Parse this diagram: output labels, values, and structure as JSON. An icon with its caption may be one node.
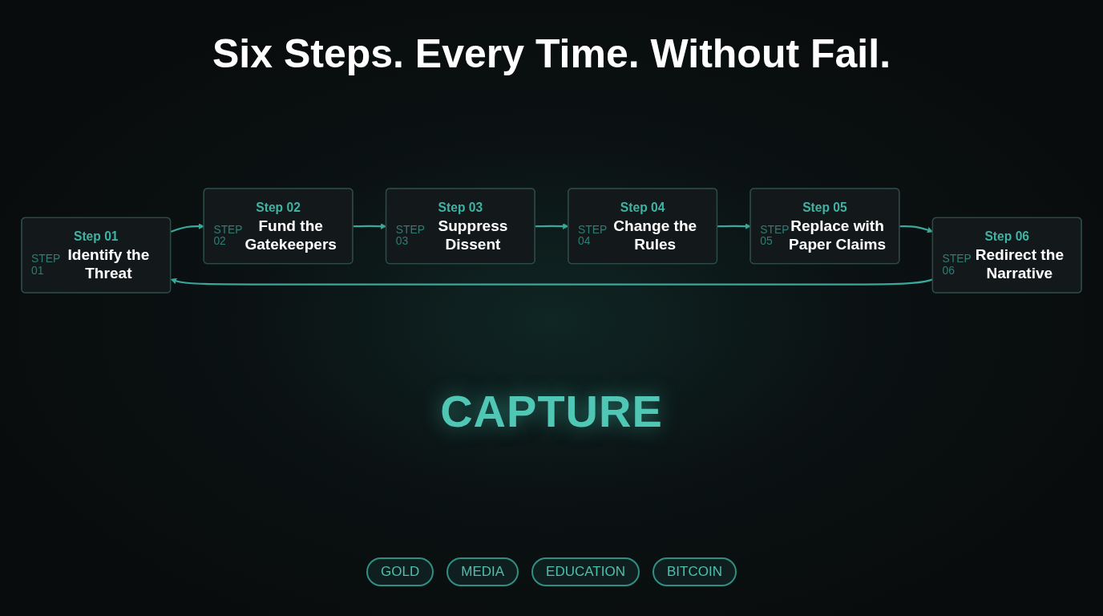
{
  "diagram": {
    "title": "Six Steps. Every Time. Without Fail.",
    "nodes": [
      {
        "text": [
          "Step 01",
          "STEP 01",
          "Identify the Threat"
        ]
      },
      {
        "text": [
          "Step 02",
          "STEP 02",
          "Fund the Gatekeepers"
        ]
      },
      {
        "text": [
          "Step 03",
          "STEP 03",
          "Suppress Dissent"
        ]
      },
      {
        "text": [
          "Step 04",
          "STEP 04",
          "Change the Rules"
        ]
      },
      {
        "text": [
          "Step 05",
          "STEP 05",
          "Replace with Paper Claims"
        ]
      },
      {
        "text": [
          "Step 06",
          "STEP 06",
          "Redirect the Narrative"
        ]
      }
    ],
    "edges": [
      {
        "from": 0,
        "to": 1,
        "arrow": "to"
      },
      {
        "from": 1,
        "to": 2,
        "arrow": "to"
      },
      {
        "from": 2,
        "to": 3,
        "arrow": "to"
      },
      {
        "from": 3,
        "to": 4,
        "arrow": "to"
      },
      {
        "from": 4,
        "to": 5,
        "arrow": "to"
      },
      {
        "from": 5,
        "to": 0,
        "arrow": "to"
      }
    ],
    "labels": [
      "CAPTURE",
      "GOLD",
      "MEDIA",
      "EDUCATION",
      "BITCOIN"
    ]
  }
}
